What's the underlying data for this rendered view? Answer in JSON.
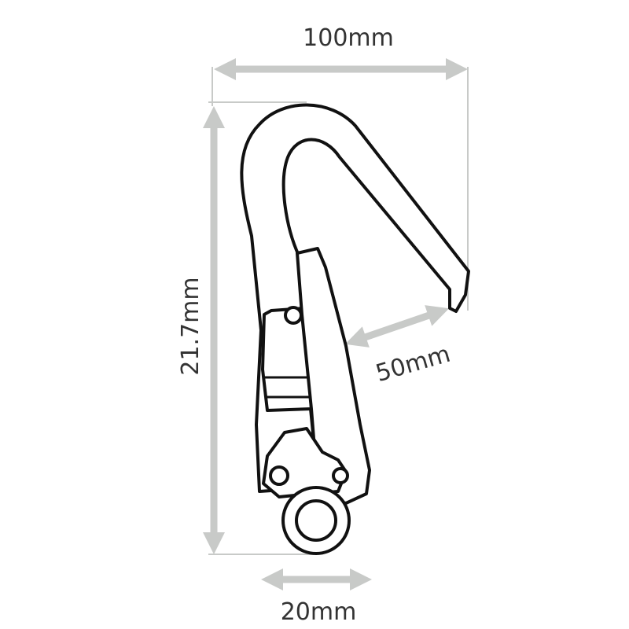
{
  "dimensions": {
    "width": "100mm",
    "height": "21.7mm",
    "gate_opening": "50mm",
    "eye": "20mm"
  },
  "colors": {
    "outline": "#111111",
    "dimension_arrows": "#c8cac8",
    "text": "#333333"
  },
  "object": "snap-hook"
}
